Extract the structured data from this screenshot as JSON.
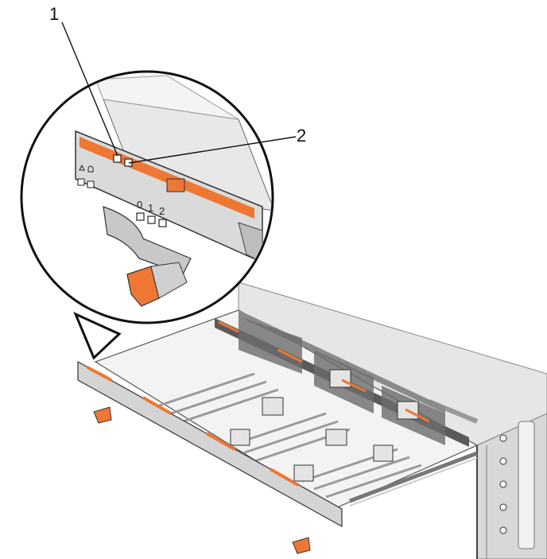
{
  "callouts": [
    {
      "number": "1"
    },
    {
      "number": "2"
    }
  ],
  "led_labels": [
    "0",
    "1",
    "2"
  ],
  "colors": {
    "accent": "#ee7733",
    "metal_light": "#dcdcdc",
    "metal_mid": "#b8b8b8",
    "metal_dark": "#6a6a6a",
    "outline": "#2a2a2a"
  }
}
